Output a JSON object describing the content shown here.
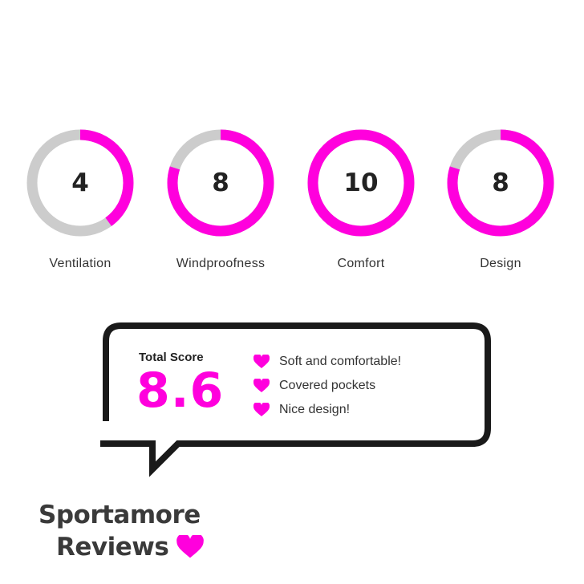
{
  "colors": {
    "accent": "#ff00dd",
    "track": "#cccccc"
  },
  "ratings": [
    {
      "label": "Ventilation",
      "value": "4",
      "fraction": 0.4
    },
    {
      "label": "Windproofness",
      "value": "8",
      "fraction": 0.8
    },
    {
      "label": "Comfort",
      "value": "10",
      "fraction": 1.0
    },
    {
      "label": "Design",
      "value": "8",
      "fraction": 0.8
    }
  ],
  "summary": {
    "total_label": "Total Score",
    "total_value": "8.6",
    "pros": [
      "Soft and comfortable!",
      "Covered pockets",
      "Nice design!"
    ]
  },
  "brand": {
    "line1": "Sportamore",
    "line2": "Reviews",
    "icon": "heart-icon"
  }
}
